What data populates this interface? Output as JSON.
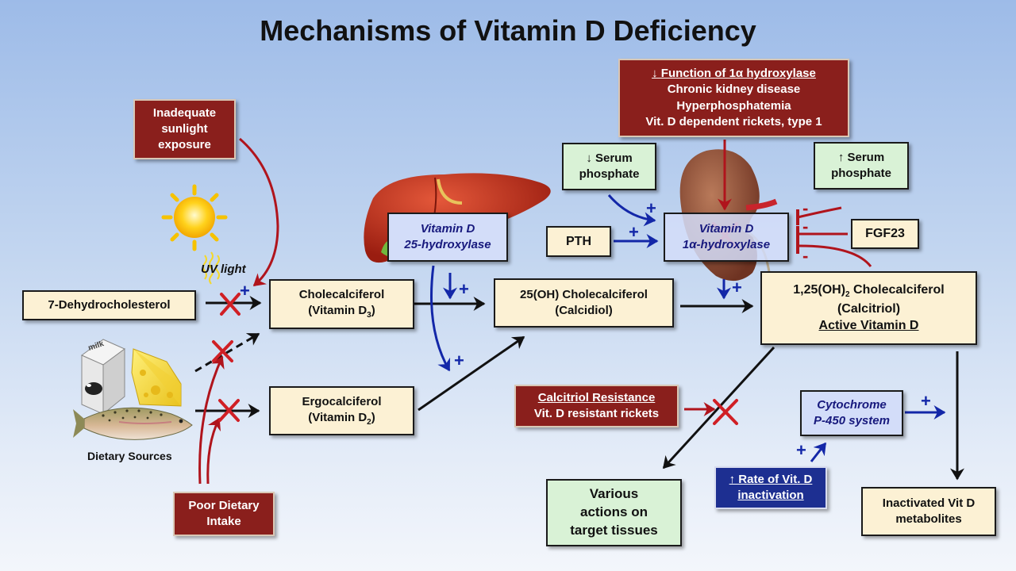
{
  "title": "Mechanisms of Vitamin D Deficiency",
  "sources": {
    "inadequate_sunlight": [
      "Inadequate",
      "sunlight",
      "exposure"
    ],
    "uv_label": "UV light",
    "dehydrocholesterol": "7-Dehydrocholesterol",
    "dietary_label": "Dietary Sources",
    "milk_label": "milk",
    "poor_dietary": [
      "Poor Dietary",
      "Intake"
    ]
  },
  "compounds": {
    "cholecalciferol": [
      "Cholecalciferol",
      "(Vitamin D",
      "3",
      ")"
    ],
    "ergocalciferol": [
      "Ergocalciferol",
      "(Vitamin D",
      "2",
      ")"
    ],
    "calcidiol": [
      "25(OH) Cholecalciferol",
      "(Calcidiol)"
    ],
    "calcitriol": [
      "1,25(OH)",
      "2",
      " Cholecalciferol",
      "(Calcitriol)",
      "Active Vitamin D"
    ]
  },
  "enzymes": {
    "hydroxylase25": [
      "Vitamin D",
      "25-hydroxylase"
    ],
    "hydroxylase1a": [
      "Vitamin D",
      "1α-hydroxylase"
    ],
    "cytochrome": [
      "Cytochrome",
      "P-450 system"
    ]
  },
  "regulators": {
    "low_phosphate": [
      "↓ Serum",
      "phosphate"
    ],
    "high_phosphate": [
      "↑ Serum",
      "phosphate"
    ],
    "pth": "PTH",
    "fgf23": "FGF23",
    "plus": "+",
    "minus": "-"
  },
  "defects": {
    "hydroxylase_function": [
      "↓ Function of 1α hydroxylase",
      "Chronic kidney disease",
      "Hyperphosphatemia",
      "Vit. D dependent rickets, type 1"
    ],
    "resistance": [
      "Calcitriol Resistance",
      "Vit. D resistant rickets"
    ],
    "inactivation": [
      "↑ Rate of Vit. D",
      "inactivation"
    ]
  },
  "outcomes": {
    "actions": [
      "Various",
      "actions on",
      "target tissues"
    ],
    "metabolites": [
      "Inactivated Vit D",
      "metabolites"
    ]
  },
  "colors": {
    "black_arrow": "#111111",
    "red_arrow": "#b0141c",
    "blue_arrow": "#1327a8",
    "x_mark": "#d01f25"
  }
}
